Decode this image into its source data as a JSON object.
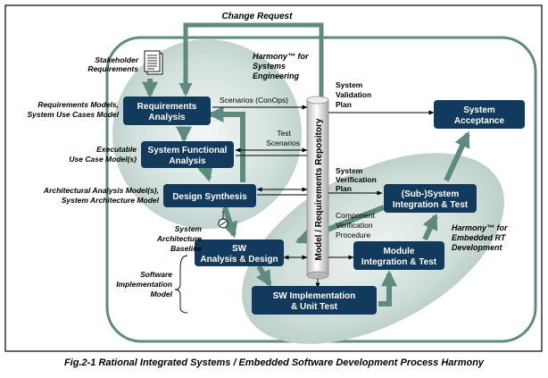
{
  "change_request": "Change Request",
  "stakeholder_requirements": [
    "Stakeholder",
    "Requirements"
  ],
  "harmony_systems": [
    "Harmony™ for",
    "Systems",
    "Engineering"
  ],
  "harmony_embedded": [
    "Harmony™ for",
    "Embedded RT",
    "Development"
  ],
  "repository": "Model / Requirements Repository",
  "boxes": {
    "requirements_analysis": [
      "Requirements",
      "Analysis"
    ],
    "system_functional_analysis": [
      "System Functional",
      "Analysis"
    ],
    "design_synthesis": [
      "Design Synthesis"
    ],
    "sw_analysis_design": [
      "SW",
      "Analysis & Design"
    ],
    "sw_implementation": [
      "SW Implementation",
      "& Unit Test"
    ],
    "module_integration": [
      "Module",
      "Integration & Test"
    ],
    "subsystem_integration": [
      "(Sub-)System",
      "Integration & Test"
    ],
    "system_acceptance": [
      "System",
      "Acceptance"
    ]
  },
  "left_labels": {
    "requirements_models": [
      "Requirements Models,",
      "System Use Cases Model"
    ],
    "executable_models": [
      "Executable",
      "Use Case Model(s)"
    ],
    "architectural_models": [
      "Architectural Analysis Model(s),",
      "System Architecture Model"
    ],
    "system_architecture_baseline": [
      "System",
      "Architecture",
      "Baseline"
    ],
    "software_implementation_model": [
      "Software",
      "Implementation",
      "Model"
    ]
  },
  "flow_labels": {
    "scenarios": "Scenarios (ConOps)",
    "test_scenarios": [
      "Test",
      "Scenarios"
    ],
    "system_validation_plan": [
      "System",
      "Validation",
      "Plan"
    ],
    "system_verification_plan": [
      "System",
      "Verification",
      "Plan"
    ],
    "component_verification_procedure": [
      "Component",
      "Verification",
      "Procedure"
    ]
  },
  "caption": "Fig.2-1  Rational Integrated Systems / Embedded Software Development Process Harmony",
  "colors": {
    "box": "#123a5c",
    "arrow": "#5f8a80",
    "ellipse": "#c6d7d2",
    "thin": "#000000"
  }
}
